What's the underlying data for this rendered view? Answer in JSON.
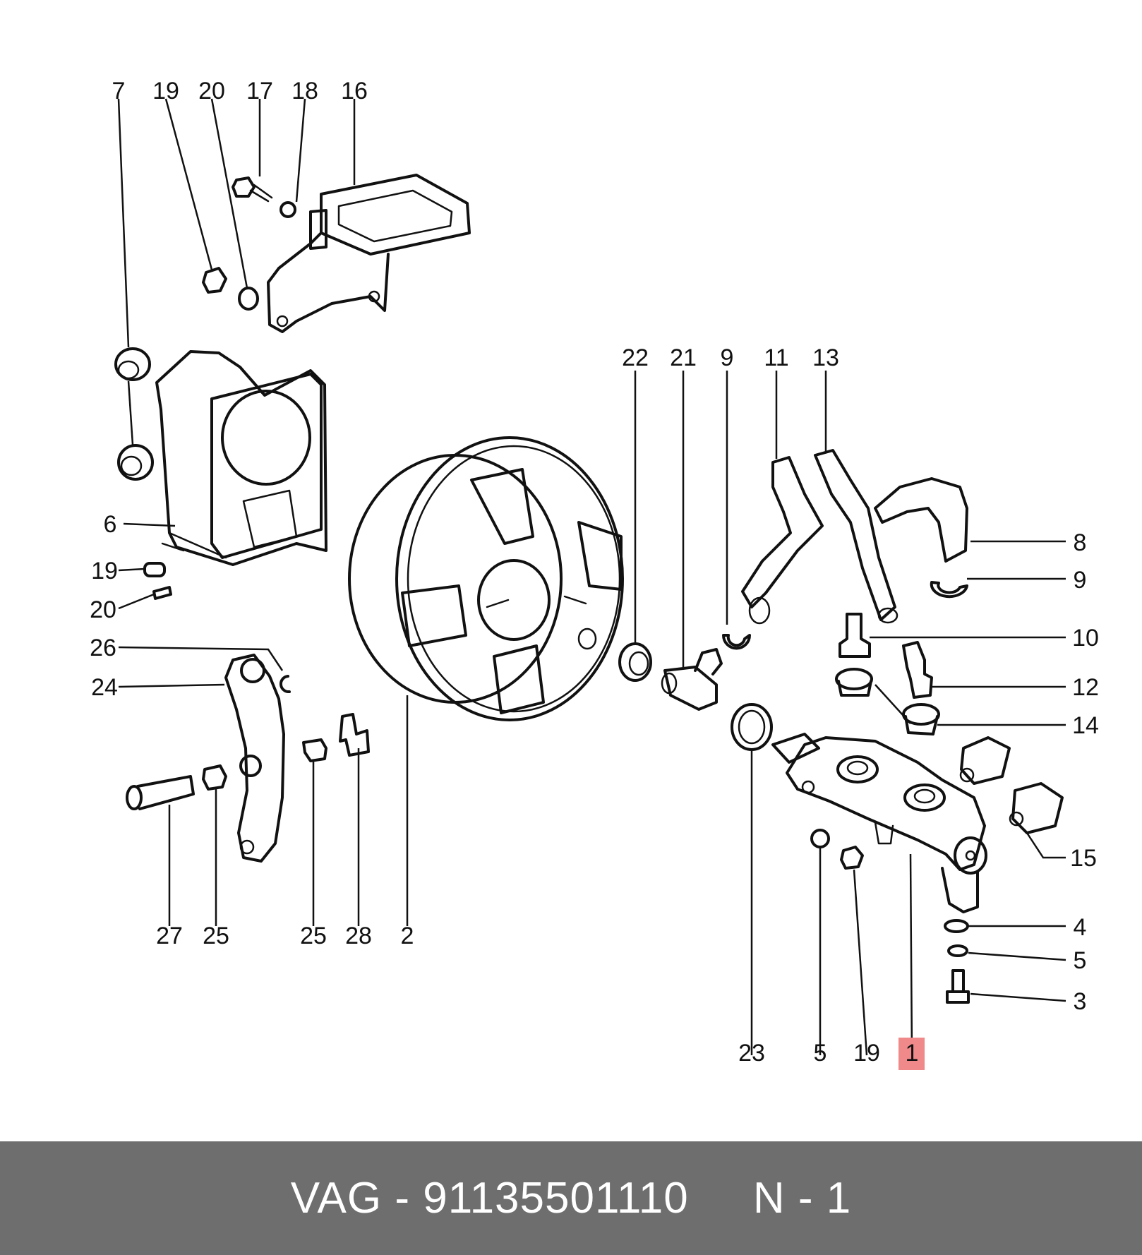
{
  "footer": {
    "brand": "VAG",
    "separator": " - ",
    "part_number": "91135501110",
    "gap": "     ",
    "qty_label": "N - 1"
  },
  "highlight": {
    "label": "1",
    "color": "#f08a8a"
  },
  "callouts": {
    "top_left": [
      "7",
      "19",
      "20",
      "17",
      "18",
      "16"
    ],
    "left_side": [
      "6",
      "19",
      "20",
      "26",
      "24"
    ],
    "bottom_left": [
      "27",
      "25",
      "25",
      "28",
      "2"
    ],
    "top_right": [
      "22",
      "21",
      "9",
      "11",
      "13"
    ],
    "right_side": [
      "8",
      "9",
      "10",
      "12",
      "14",
      "15",
      "4",
      "5",
      "3"
    ],
    "bottom_right": [
      "23",
      "5",
      "19"
    ]
  }
}
